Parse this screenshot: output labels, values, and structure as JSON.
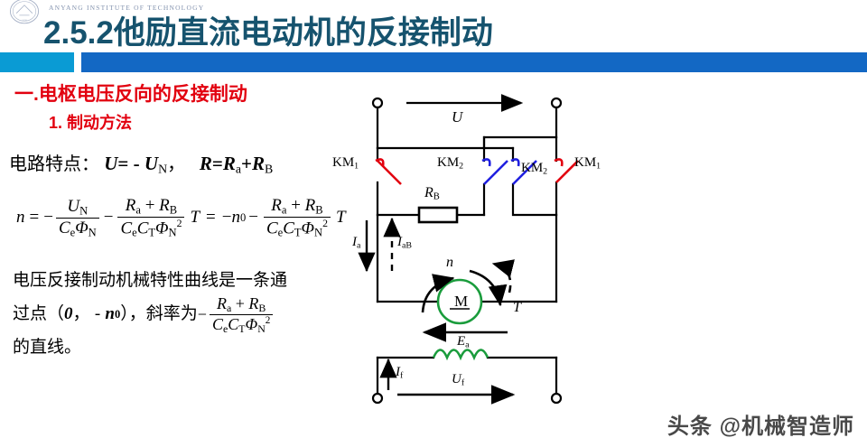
{
  "header": {
    "institute_en": "ANYANG INSTITUTE OF TECHNOLOGY",
    "title": "2.5.2他励直流电动机的反接制动",
    "accent_light": "#0a9bd4",
    "accent_dark": "#1368c4",
    "title_color": "#16536e"
  },
  "content": {
    "heading1": "一.电枢电压反向的反接制动",
    "heading2": "1. 制动方法",
    "heading_color": "#e2000f",
    "feature_label": "电路特点：",
    "feature_eq1_lhs": "U",
    "feature_eq1_rhs": "= -",
    "feature_eq1_var": "U",
    "feature_eq1_sub": "N",
    "feature_eq1_tail": "，",
    "feature_eq2_lhs": "R",
    "feature_eq2_eq": "=",
    "feature_eq2_a": "R",
    "feature_eq2_a_sub": "a",
    "feature_eq2_plus": "+",
    "feature_eq2_b": "R",
    "feature_eq2_b_sub": "B",
    "equation": {
      "n": "n",
      "eq": "=",
      "minus": "−",
      "f1_num_U": "U",
      "f1_num_sub": "N",
      "f1_den_C": "C",
      "f1_den_Csub": "e",
      "f1_den_Phi": "Φ",
      "f1_den_Phisub": "N",
      "f2_num": "R",
      "f2_num_sub_a": "a",
      "f2_num_plus": "+",
      "f2_num_R2": "R",
      "f2_num_sub_B": "B",
      "f2_den_C1": "C",
      "f2_den_C1sub": "e",
      "f2_den_C2": "C",
      "f2_den_C2sub": "T",
      "f2_den_Phi": "Φ",
      "f2_den_Phisub": "N",
      "f2_den_Phisup": "2",
      "T": "T",
      "eq2": "=",
      "n0": "n",
      "n0_sub": "0"
    },
    "paragraph": {
      "p1": "电压反接制动机械特性曲线是一条通",
      "p2a": "过点（",
      "p2b": "0",
      "p2c": "，",
      "p2d": "-",
      "p2e": "n",
      "p2f": "0",
      "p2g": "），斜率为",
      "p3": "的直线。",
      "slope_minus": "−",
      "slope_num_R1": "R",
      "slope_num_sub1": "a",
      "slope_num_plus": "+",
      "slope_num_R2": "R",
      "slope_num_sub2": "B",
      "slope_den_C1": "C",
      "slope_den_sub1": "e",
      "slope_den_C2": "C",
      "slope_den_sub2": "T",
      "slope_den_Phi": "Φ",
      "slope_den_Phisub": "N",
      "slope_den_Phisup": "2"
    }
  },
  "circuit": {
    "labels": {
      "U": "U",
      "KM1_left": "KM",
      "KM1_left_sub": "1",
      "KM2_left": "KM",
      "KM2_left_sub": "2",
      "KM2_right": "KM",
      "KM2_right_sub": "2",
      "KM1_right": "KM",
      "KM1_right_sub": "1",
      "RB": "R",
      "RB_sub": "B",
      "Ia": "I",
      "Ia_sub": "a",
      "IaB": "I",
      "IaB_sub": "aB",
      "n": "n",
      "T": "T",
      "M": "M",
      "Ea": "E",
      "Ea_sub": "a",
      "If": "I",
      "If_sub": "f",
      "Uf": "U",
      "Uf_sub": "f"
    },
    "colors": {
      "wire": "#000000",
      "contact_red": "#e2000f",
      "contact_blue": "#2020e0",
      "motor_green": "#1a9c3c"
    }
  },
  "watermark": {
    "text": "头条 @机械智造师"
  }
}
